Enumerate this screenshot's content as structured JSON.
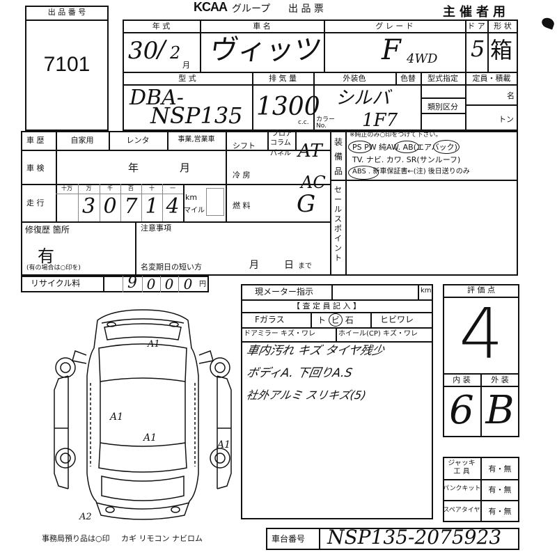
{
  "header": {
    "lot_number_label": "出 品 番 号",
    "lot_number": "7101",
    "brand": "KCAA",
    "group_label": "グループ",
    "title": "出 品 票",
    "host_label": "主催者用"
  },
  "row1": {
    "year_label": "年 式",
    "year_value": "30",
    "month_value": "2",
    "month_suffix": "月",
    "name_label": "車 名",
    "name_value": "ヴィッツ",
    "grade_label": "グ レ ー ド",
    "grade_value": "F",
    "grade_sub": "4WD",
    "doors_label": "ド ア",
    "doors_value": "5",
    "body_label": "形 状",
    "body_value": "箱"
  },
  "row2": {
    "model_label": "型 式",
    "model_value_1": "DBA-",
    "model_value_2": "NSP135",
    "displacement_label": "排 気 量",
    "displacement_value": "1300",
    "cc_label": "c.c.",
    "exterior_label": "外装色",
    "exterior_value": "シルバ",
    "color_no_label": "カラーNo.",
    "color_no_value": "1F7",
    "color_change_label": "色替",
    "model_designation_label": "型式指定",
    "classification_label": "類別区分",
    "capacity_label": "定員・積載",
    "persons_unit": "名",
    "tons_unit": "トン"
  },
  "history": {
    "label": "車 歴",
    "private": "自家用",
    "rental": "レンタ",
    "business": "事業,営業車",
    "shift_label": "シフト",
    "floor": "フロア",
    "column": "コラム",
    "panel": "パネル",
    "shift_value": "AT"
  },
  "inspection": {
    "label": "車 検",
    "year": "年",
    "month": "月",
    "ac_label": "冷 房",
    "ac_value": "AC"
  },
  "mileage": {
    "label": "走 行",
    "units": [
      "十万",
      "万",
      "千",
      "百",
      "十",
      "一"
    ],
    "digits": [
      "3",
      "0",
      "7",
      "1",
      "4"
    ],
    "km": "km",
    "mile": "マイル",
    "fuel_label": "燃 料",
    "fuel_value": "G"
  },
  "equipment": {
    "label": "装備品",
    "note": "※純正のみ○印をつけて下さい。",
    "line1": "PS PW 純AW. AB(エアバック)",
    "line2": "TV. ナビ. カワ. SR(サンルーフ)",
    "line3": "ABS . 新車保証書←(注) 後日送りのみ"
  },
  "sales_point_label": "セールスポイント",
  "repair": {
    "label": "修復歴 箇所",
    "value": "有",
    "note": "(有の場合は○印を)"
  },
  "notes": {
    "label": "注意事項",
    "deadline_label": "名変期日の短い方",
    "month": "月",
    "day": "日",
    "until": "まで"
  },
  "recycle": {
    "label": "リサイクル料",
    "digits": [
      "9",
      "0",
      "0",
      "0"
    ],
    "yen": "円"
  },
  "meter": {
    "label": "現メーター指示",
    "km": "km"
  },
  "inspector": {
    "title": "【 査 定 員 記 入 】",
    "glass": "Fガラス",
    "crack_pre": "ト",
    "crack_circled": "ビ",
    "crack_post": "石",
    "hibi": "ヒビワレ",
    "mirror": "ドアミラー キズ・ワレ",
    "wheel": "ホイール(CP) キズ・ワレ",
    "comment1": "車内汚れ キズ タイヤ残少",
    "comment2": "ボディA. 下回りA.S",
    "comment3": "社外アルミ スリキズ(5)"
  },
  "diagram": {
    "mark_1": "A1",
    "mark_2": "A1",
    "mark_3": "A1",
    "mark_4": "A1",
    "mark_5": "A2"
  },
  "score": {
    "label": "評 価 点",
    "value": "4",
    "interior_label": "内 装",
    "exterior_label": "外 装",
    "interior_value": "6",
    "exterior_value": "B"
  },
  "tools": {
    "jack_label": "ジャッキ 工 具",
    "jack_value": "有・無",
    "puncture_label": "パンクキット",
    "puncture_value": "有・無",
    "spare_label": "スペアタイヤ",
    "spare_value": "有・無"
  },
  "footer": {
    "office_note": "事務局預り品は○印",
    "items": "カギ リモコン ナビロム",
    "chassis_label": "車台番号",
    "chassis_value": "NSP135-2075923"
  }
}
